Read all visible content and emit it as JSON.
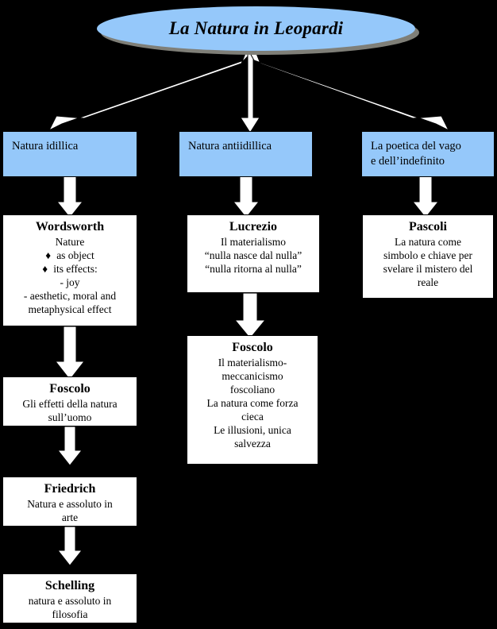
{
  "title_node": {
    "label": "La Natura in Leopardi",
    "fill": "#95c8fa",
    "shadow": "#7f7f78"
  },
  "categories": [
    {
      "label": "Natura idillica"
    },
    {
      "label": "Natura antiidillica"
    },
    {
      "label": "La poetica del vago\ne dell’indefinito"
    }
  ],
  "nodes": {
    "wordsworth": {
      "title": "Wordsworth",
      "line1": "Nature",
      "bullet1_marker": "♦",
      "bullet1": "as object",
      "bullet2_marker": "♦",
      "bullet2": "its effects:",
      "line2": "- joy",
      "line3": "- aesthetic, moral and",
      "line4": "metaphysical effect"
    },
    "foscolo_left": {
      "title": "Foscolo",
      "line1": "Gli effetti della natura",
      "line2": "sull’uomo"
    },
    "friedrich": {
      "title": "Friedrich",
      "line1": "Natura e assoluto in",
      "line2": "arte"
    },
    "schelling": {
      "title": "Schelling",
      "line1": "natura e assoluto in",
      "line2": "filosofia"
    },
    "lucrezio": {
      "title": "Lucrezio",
      "line1": "Il materialismo",
      "line2": "“nulla nasce dal nulla”",
      "line3": "“nulla ritorna al nulla”"
    },
    "foscolo_center": {
      "title": "Foscolo",
      "line1": "Il materialismo-",
      "line2": "meccanicismo",
      "line3": "foscoliano",
      "line4": "La natura come forza",
      "line5": "cieca",
      "line6": "Le illusioni, unica",
      "line7": "salvezza"
    },
    "pascoli": {
      "title": "Pascoli",
      "line1": "La natura come",
      "line2": "simbolo e chiave per",
      "line3": "svelare il mistero del",
      "line4": "reale"
    }
  },
  "colors": {
    "background": "#000000",
    "box_blue": "#95c8fa",
    "box_white": "#ffffff",
    "shadow": "#7f7f78",
    "outline": "#000000",
    "arrow_fill": "#ffffff"
  }
}
